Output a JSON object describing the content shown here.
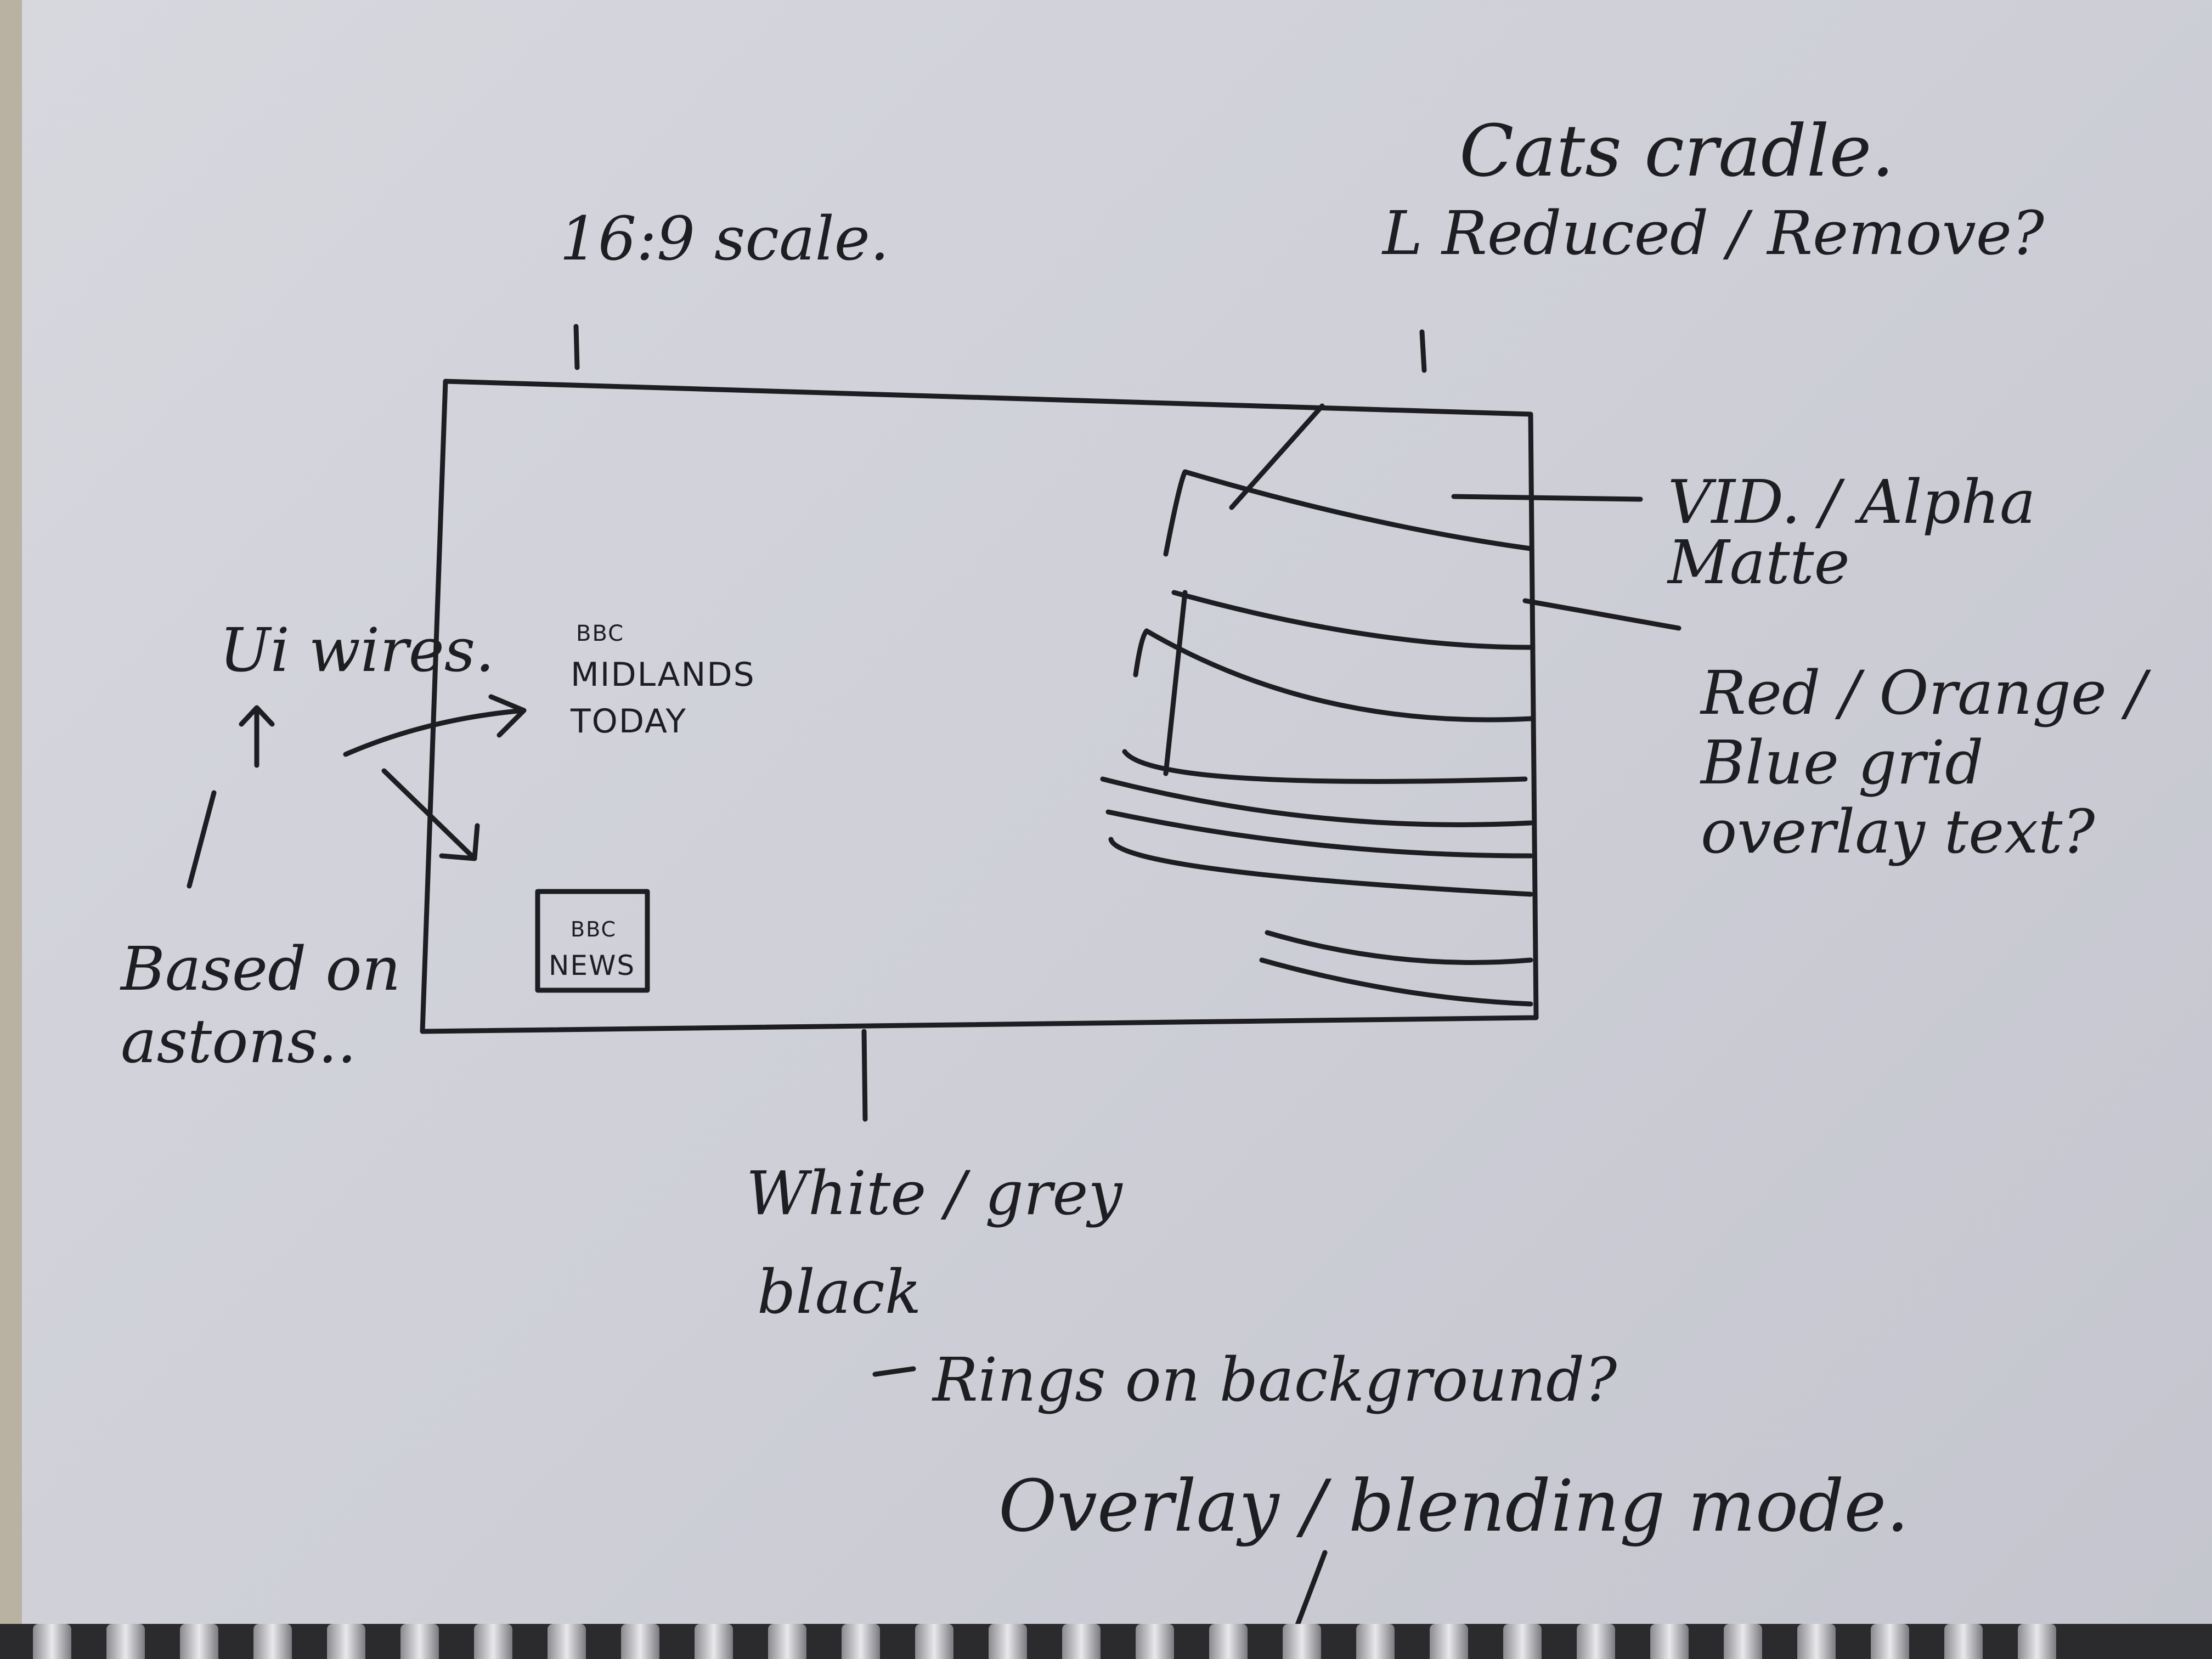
{
  "notes": {
    "cats_cradle": "Cats cradle.",
    "reduced_remove": "L Reduced / Remove?",
    "scale": "16:9 scale.",
    "alpha_matte": "VID. / Alpha Matte",
    "grid_overlay": "Red / Orange / Blue grid overlay text?",
    "ui_wires": "Ui wires.",
    "based_on": "Based on astons..",
    "white_grey": "White / grey",
    "black": "black",
    "rings": "Rings on background?",
    "overlay": "Overlay / blending mode."
  },
  "frame": {
    "logo_small": "BBC",
    "title_line1": "MIDLANDS",
    "title_line2": "TODAY",
    "badge_logo": "BBC",
    "badge_text": "NEWS"
  },
  "colors": {
    "ink": "#1e1e22",
    "paper": "#d2d3da"
  }
}
